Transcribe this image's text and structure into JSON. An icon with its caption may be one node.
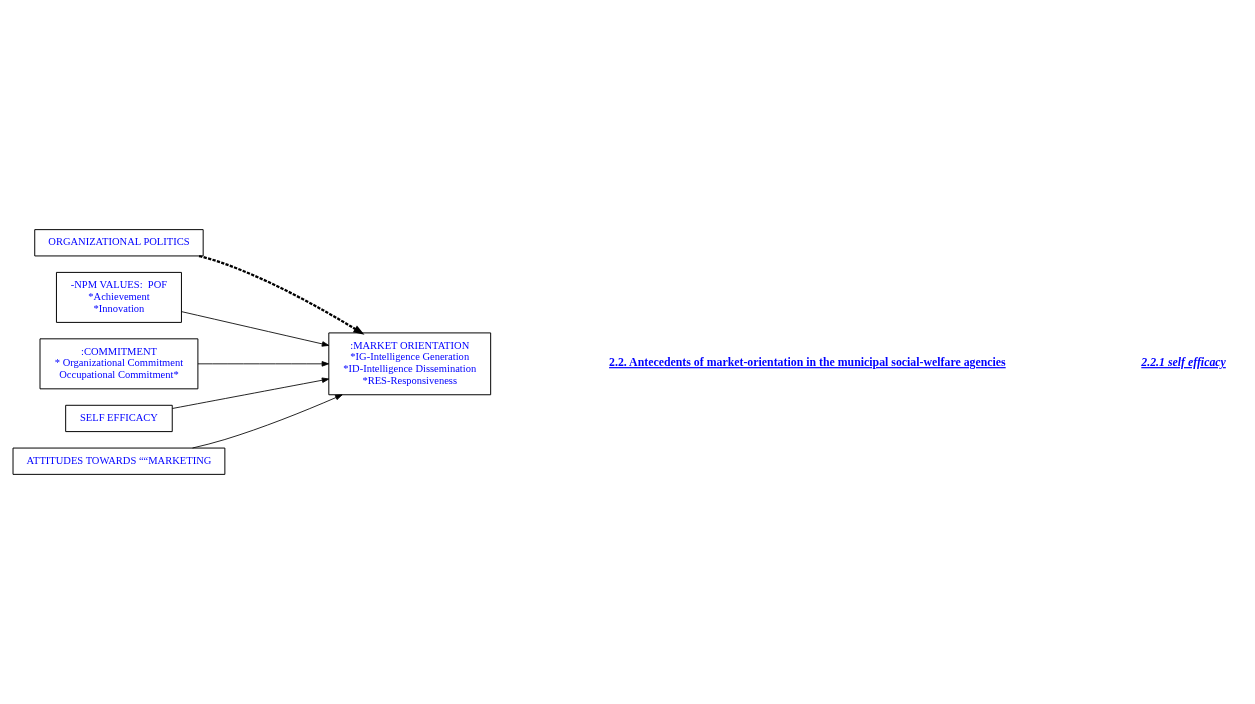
{
  "diagram": {
    "nodes": [
      {
        "text": [
          "ORGANIZATIONAL POLITICS"
        ]
      },
      {
        "text": [
          "-NPM VALUES:  POF",
          "*Achievement",
          "*Innovation"
        ]
      },
      {
        "text": [
          ":COMMITMENT",
          "* Organizational Commitment",
          "Occupational Commitment*"
        ]
      },
      {
        "text": [
          "SELF EFFICACY"
        ]
      },
      {
        "text": [
          "ATTITUDES TOWARDS ““MARKETING"
        ]
      },
      {
        "text": [
          ":MARKET ORIENTATION",
          "*IG-Intelligence Generation",
          "*ID-Intelligence Dissemination",
          "*RES-Responsiveness"
        ]
      }
    ],
    "edges": [
      {
        "from": 0,
        "to": 5,
        "arrow": "to",
        "style": "dashed"
      },
      {
        "from": 1,
        "to": 5,
        "arrow": "to"
      },
      {
        "from": 2,
        "to": 5,
        "arrow": "to"
      },
      {
        "from": 3,
        "to": 5,
        "arrow": "to"
      },
      {
        "from": 4,
        "to": 5,
        "arrow": "to"
      }
    ],
    "labels": [
      "2.2. Antecedents of market-orientation in the municipal social-welfare agencies",
      "2.2.1 self efficacy"
    ]
  }
}
